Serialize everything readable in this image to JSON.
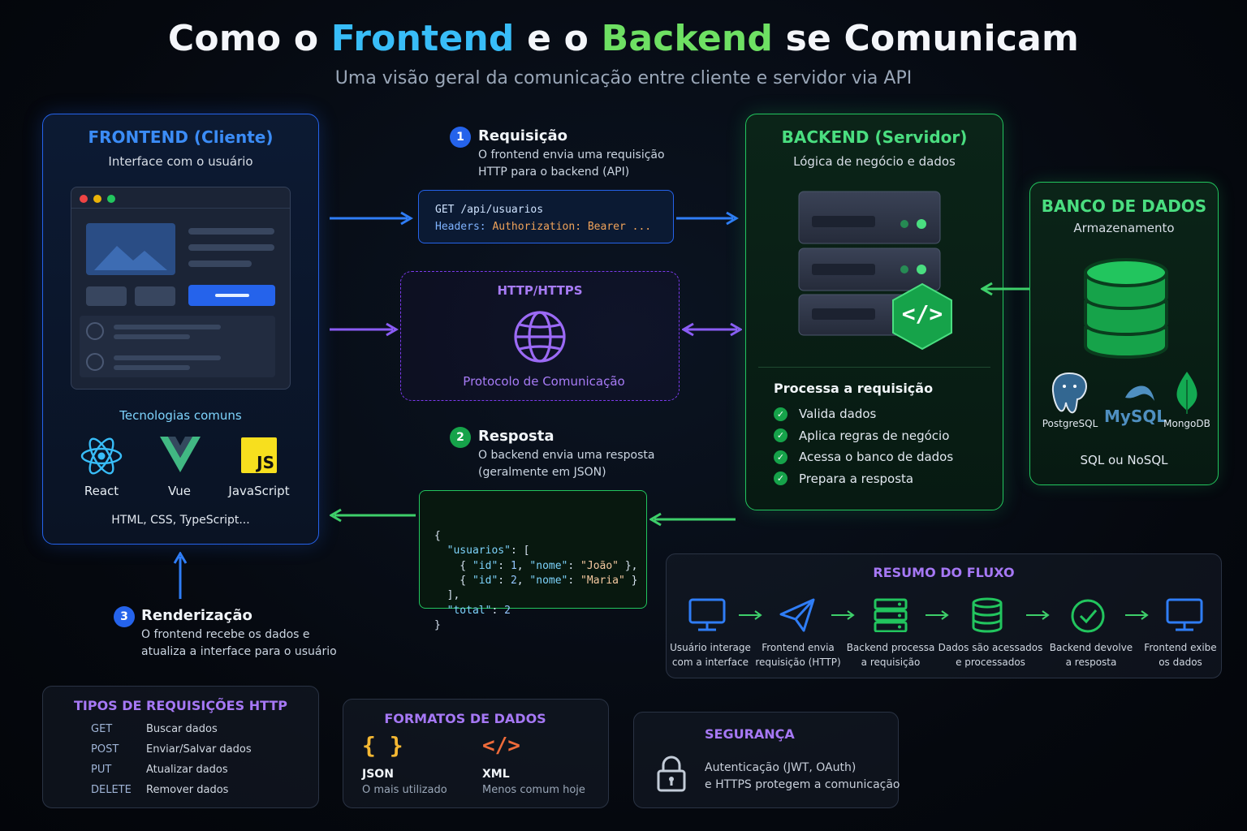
{
  "header": {
    "title_part1": "Como o ",
    "title_frontend": "Frontend",
    "title_part2": " e o ",
    "title_backend": "Backend",
    "title_part3": " se Comunicam",
    "subtitle": "Uma visão geral da comunicação entre cliente e servidor via API"
  },
  "frontend": {
    "title": "FRONTEND (Cliente)",
    "subtitle": "Interface com o usuário",
    "tech_heading": "Tecnologias comuns",
    "techs": [
      {
        "label": "React",
        "icon": "react-icon"
      },
      {
        "label": "Vue",
        "icon": "vue-icon"
      },
      {
        "label": "JavaScript",
        "icon": "javascript-icon",
        "badge": "JS"
      }
    ],
    "tech_more": "HTML, CSS, TypeScript..."
  },
  "steps": {
    "request": {
      "num": "1",
      "title": "Requisição",
      "desc_line1": "O frontend envia uma requisição",
      "desc_line2": "HTTP para o backend (API)",
      "code_method": "GET",
      "code_path": "/api/usuarios",
      "code_header_key": "Headers:",
      "code_header_val": "Authorization: Bearer ..."
    },
    "protocol": {
      "title": "HTTP/HTTPS",
      "caption": "Protocolo de Comunicação"
    },
    "response": {
      "num": "2",
      "title": "Resposta",
      "desc_line1": "O backend envia uma resposta",
      "desc_line2": "(geralmente em JSON)",
      "json": [
        "{",
        "  \"usuarios\": [",
        "    { \"id\": 1, \"nome\": \"João\" },",
        "    { \"id\": 2, \"nome\": \"Maria\" }",
        "  ],",
        "  \"total\": 2",
        "}"
      ]
    },
    "render": {
      "num": "3",
      "title": "Renderização",
      "desc_line1": "O frontend recebe os dados e",
      "desc_line2": "atualiza a interface para o usuário"
    }
  },
  "backend": {
    "title": "BACKEND (Servidor)",
    "subtitle": "Lógica de negócio e dados",
    "code_badge": "</>",
    "process_heading": "Processa a requisição",
    "checks": [
      "Valida dados",
      "Aplica regras de negócio",
      "Acessa o banco de dados",
      "Prepara a resposta"
    ]
  },
  "database": {
    "title": "BANCO DE DADOS",
    "subtitle": "Armazenamento",
    "engines": [
      "PostgreSQL",
      "MySQL",
      "MongoDB"
    ],
    "caption": "SQL ou NoSQL"
  },
  "flow": {
    "title": "RESUMO DO FLUXO",
    "items": [
      {
        "line1": "Usuário interage",
        "line2": "com a interface",
        "icon": "monitor-icon"
      },
      {
        "line1": "Frontend envia",
        "line2": "requisição (HTTP)",
        "icon": "paper-plane-icon"
      },
      {
        "line1": "Backend processa",
        "line2": "a requisição",
        "icon": "server-icon"
      },
      {
        "line1": "Dados são acessados",
        "line2": "e processados",
        "icon": "database-icon"
      },
      {
        "line1": "Backend devolve",
        "line2": "a resposta",
        "icon": "check-circle-icon"
      },
      {
        "line1": "Frontend exibe",
        "line2": "os dados",
        "icon": "monitor-icon"
      }
    ]
  },
  "http_types": {
    "title": "TIPOS DE REQUISIÇÕES HTTP",
    "rows": [
      {
        "method": "GET",
        "desc": "Buscar dados"
      },
      {
        "method": "POST",
        "desc": "Enviar/Salvar dados"
      },
      {
        "method": "PUT",
        "desc": "Atualizar dados"
      },
      {
        "method": "DELETE",
        "desc": "Remover dados"
      }
    ]
  },
  "formats": {
    "title": "FORMATOS DE DADOS",
    "items": [
      {
        "symbol": "{ }",
        "name": "JSON",
        "desc": "O mais utilizado"
      },
      {
        "symbol": "</>",
        "name": "XML",
        "desc": "Menos comum hoje"
      }
    ]
  },
  "security": {
    "title": "SEGURANÇA",
    "line1": "Autenticação (JWT, OAuth)",
    "line2": "e HTTPS protegem a comunicação"
  },
  "colors": {
    "frontend": "#38bdf8",
    "backend": "#6ee063",
    "request_arrow": "#2f7df6",
    "protocol": "#8b5cf6",
    "response_arrow": "#3ecf6a"
  }
}
